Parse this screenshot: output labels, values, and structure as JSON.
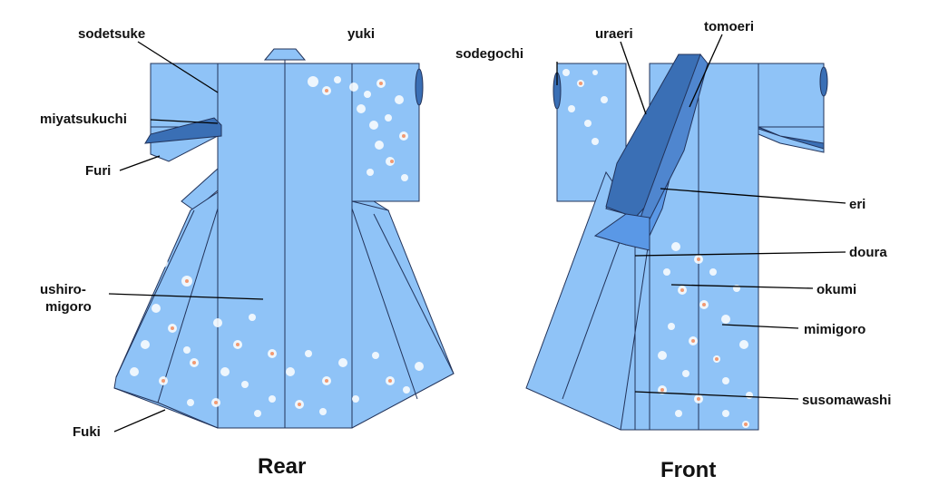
{
  "colors": {
    "body": "#8fc3f7",
    "body_dark": "#6aa9ee",
    "collar": "#3a6fb5",
    "collar_light": "#5a98e6",
    "outline": "#22335a",
    "flower_white": "#ffffff",
    "flower_orange": "#f29a73"
  },
  "rear": {
    "caption": "Rear",
    "labels": {
      "sodetsuke": "sodetsuke",
      "yuki": "yuki",
      "miyatsukuchi": "miyatsukuchi",
      "furi": "Furi",
      "ushiro_1": "ushiro-",
      "ushiro_2": "migoro",
      "fuki": "Fuki"
    }
  },
  "front": {
    "caption": "Front",
    "labels": {
      "sodegochi": "sodegochi",
      "uraeri": "uraeri",
      "tomoeri": "tomoeri",
      "eri": "eri",
      "doura": "doura",
      "okumi": "okumi",
      "mimigoro": "mimigoro",
      "susomawashi": "susomawashi"
    }
  }
}
